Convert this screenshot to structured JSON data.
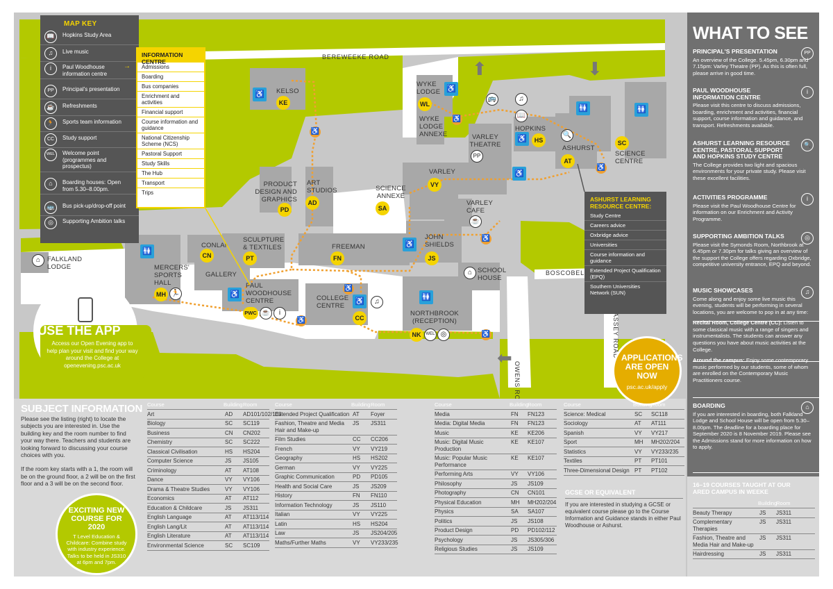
{
  "roads": {
    "bereweeke": "BEREWEEKE ROAD",
    "boscobel": "BOSCOBEL RO",
    "owens": "OWENS ROAD",
    "assey": "ASSEY ROAD"
  },
  "buildings": [
    {
      "name": "KELSO",
      "code": "KE"
    },
    {
      "name": "PRODUCT DESIGN AND GRAPHICS",
      "code": "PD"
    },
    {
      "name": "ART STUDIOS",
      "code": "AD"
    },
    {
      "name": "SCIENCE ANNEXE",
      "code": "SA"
    },
    {
      "name": "WYKE LODGE",
      "code": "WL"
    },
    {
      "name": "WYKE LODGE ANNEXE",
      "code": ""
    },
    {
      "name": "VARLEY THEATRE",
      "code": "PP"
    },
    {
      "name": "HOPKINS",
      "code": "HS"
    },
    {
      "name": "ASHURST",
      "code": "AT"
    },
    {
      "name": "SCIENCE CENTRE",
      "code": "SC"
    },
    {
      "name": "VARLEY",
      "code": "VY"
    },
    {
      "name": "VARLEY CAFE",
      "code": ""
    },
    {
      "name": "JOHN SHIELDS",
      "code": "JS"
    },
    {
      "name": "FREEMAN",
      "code": "FN"
    },
    {
      "name": "SCULPTURE & TEXTILES",
      "code": "PT"
    },
    {
      "name": "CONLAN",
      "code": "CN"
    },
    {
      "name": "GALLERY",
      "code": ""
    },
    {
      "name": "MERCERS' SPORTS HALL",
      "code": "MH"
    },
    {
      "name": "FALKLAND LODGE",
      "code": ""
    },
    {
      "name": "PAUL WOODHOUSE CENTRE",
      "code": "PWC"
    },
    {
      "name": "COLLEGE CENTRE",
      "code": "CC"
    },
    {
      "name": "NORTHBROOK (RECEPTION)",
      "code": "NK"
    },
    {
      "name": "SCHOOL HOUSE",
      "code": ""
    }
  ],
  "map_key": {
    "title": "MAP KEY",
    "items": [
      {
        "icon": "book-icon",
        "glyph": "📖",
        "label": "Hopkins Study Area"
      },
      {
        "icon": "music-icon",
        "glyph": "♫",
        "label": "Live music"
      },
      {
        "icon": "info-icon",
        "glyph": "i",
        "label": "Paul Woodhouse information centre"
      },
      {
        "icon": "pp-icon",
        "glyph": "PP",
        "label": "Principal's presentation"
      },
      {
        "icon": "cup-icon",
        "glyph": "☕",
        "label": "Refreshments"
      },
      {
        "icon": "runner-icon",
        "glyph": "🏃",
        "label": "Sports team information"
      },
      {
        "icon": "cc-icon",
        "glyph": "CC",
        "label": "Study support"
      },
      {
        "icon": "welcome-icon",
        "glyph": "WEL",
        "label": "Welcome point (programmes and prospectus)"
      },
      {
        "icon": "house-icon",
        "glyph": "⌂",
        "label": "Boarding houses: Open from 5.30–8.00pm."
      },
      {
        "icon": "bus-icon",
        "glyph": "🚌",
        "label": "Bus pick-up/drop-off point"
      },
      {
        "icon": "target-icon",
        "glyph": "◎",
        "label": "Supporting Ambition talks"
      }
    ]
  },
  "info_centre": {
    "title": "INFORMATION CENTRE",
    "items": [
      "Admissions",
      "Boarding",
      "Bus companies",
      "Enrichment and activities",
      "Financial support",
      "Course information and guidance",
      "National Citizenship Scheme (NCS)",
      "Pastoral Support",
      "Study Skills",
      "The Hub",
      "Transport",
      "Trips"
    ]
  },
  "ashurst_box": {
    "title": "ASHURST LEARNING RESOURCE CENTRE:",
    "items": [
      "Study Centre",
      "Careers advice",
      "Oxbridge advice",
      "Universities",
      "Course information and guidance",
      "Extended Project Qualification (EPQ)",
      "Southern Universities Network (SUN)"
    ]
  },
  "app": {
    "title": "USE THE APP",
    "text": "Access our Open Evening app to help plan your visit and find your way around the College at openevening.psc.ac.uk"
  },
  "applications": {
    "title": "APPLICATIONS ARE OPEN NOW",
    "url": "psc.ac.uk/apply"
  },
  "new_course": {
    "title": "EXCITING NEW COURSE FOR 2020",
    "text": "T Level Education & Childcare: Combine study with industry experience. Talks to be held in JS310 at 6pm and 7pm."
  },
  "subject_info": {
    "title": "SUBJECT INFORMATION",
    "text1": "Please see the listing (right) to locate the subjects you are interested in. Use the building key and the room number to find your way there. Teachers and students are looking forward to discussing your course choices with you.",
    "text2": "If the room key starts with a 1, the room will be on the ground floor, a 2 will be on the first floor and a 3 will be on the second floor."
  },
  "table_headers": {
    "course": "Course",
    "building": "Building",
    "room": "Room"
  },
  "courses": [
    [
      [
        "Art",
        "AD",
        "AD101/102/103"
      ],
      [
        "Biology",
        "SC",
        "SC119"
      ],
      [
        "Business",
        "CN",
        "CN202"
      ],
      [
        "Chemistry",
        "SC",
        "SC222"
      ],
      [
        "Classical Civilisation",
        "HS",
        "HS204"
      ],
      [
        "Computer Science",
        "JS",
        "JS105"
      ],
      [
        "Criminology",
        "AT",
        "AT108"
      ],
      [
        "Dance",
        "VY",
        "VY106"
      ],
      [
        "Drama & Theatre Studies",
        "VY",
        "VY106"
      ],
      [
        "Economics",
        "AT",
        "AT112"
      ],
      [
        "Education & Childcare",
        "JS",
        "JS311"
      ],
      [
        "English Language",
        "AT",
        "AT113/114"
      ],
      [
        "English Lang/Lit",
        "AT",
        "AT113/114"
      ],
      [
        "English Literature",
        "AT",
        "AT113/114"
      ],
      [
        "Environmental Science",
        "SC",
        "SC109"
      ]
    ],
    [
      [
        "Extended Project Qualification",
        "AT",
        "Foyer"
      ],
      [
        "Fashion, Theatre and Media Hair and Make-up",
        "JS",
        "JS311"
      ],
      [
        "Film Studies",
        "CC",
        "CC206"
      ],
      [
        "French",
        "VY",
        "VY219"
      ],
      [
        "Geography",
        "HS",
        "HS202"
      ],
      [
        "German",
        "VY",
        "VY225"
      ],
      [
        "Graphic Communication",
        "PD",
        "PD105"
      ],
      [
        "Health and Social Care",
        "JS",
        "JS209"
      ],
      [
        "History",
        "FN",
        "FN110"
      ],
      [
        "Information Technology",
        "JS",
        "JS110"
      ],
      [
        "Italian",
        "VY",
        "VY225"
      ],
      [
        "Latin",
        "HS",
        "HS204"
      ],
      [
        "Law",
        "JS",
        "JS204/205"
      ],
      [
        "Maths/Further Maths",
        "VY",
        "VY233/235"
      ]
    ],
    [
      [
        "Media",
        "FN",
        "FN123"
      ],
      [
        "Media: Digital Media",
        "FN",
        "FN123"
      ],
      [
        "Music",
        "KE",
        "KE206"
      ],
      [
        "Music: Digital Music Production",
        "KE",
        "KE107"
      ],
      [
        "Music: Popular Music Performance",
        "KE",
        "KE107"
      ],
      [
        "Performing Arts",
        "VY",
        "VY106"
      ],
      [
        "Philosophy",
        "JS",
        "JS109"
      ],
      [
        "Photography",
        "CN",
        "CN101"
      ],
      [
        "Physical Education",
        "MH",
        "MH202/204"
      ],
      [
        "Physics",
        "SA",
        "SA107"
      ],
      [
        "Politics",
        "JS",
        "JS108"
      ],
      [
        "Product Design",
        "PD",
        "PD102/112"
      ],
      [
        "Psychology",
        "JS",
        "JS305/306"
      ],
      [
        "Religious Studies",
        "JS",
        "JS109"
      ]
    ],
    [
      [
        "Science: Medical",
        "SC",
        "SC118"
      ],
      [
        "Sociology",
        "AT",
        "AT111"
      ],
      [
        "Spanish",
        "VY",
        "VY217"
      ],
      [
        "Sport",
        "MH",
        "MH202/204"
      ],
      [
        "Statistics",
        "VY",
        "VY233/235"
      ],
      [
        "Textiles",
        "PT",
        "PT101"
      ],
      [
        "Three-Dimensional Design",
        "PT",
        "PT102"
      ]
    ]
  ],
  "gcse": {
    "title": "GCSE OR EQUIVALENT",
    "text": "If you are interested in studying a GCSE or equivalent course please go to the Course Information and Guidance stands in either Paul Woodhouse or Ashurst."
  },
  "what_to_see": {
    "title": "WHAT TO SEE",
    "sections": [
      {
        "h": "PRINCIPAL'S PRESENTATION",
        "icon": "PP",
        "p": "An overview of the College. 5.45pm, 6.30pm and 7.15pm: Varley Theatre (PP). As this is often full, please arrive in good time."
      },
      {
        "h": "PAUL WOODHOUSE INFORMATION CENTRE",
        "icon": "i",
        "p": "Please visit this centre to discuss admissions, boarding, enrichment and activities, financial support, course information and guidance, and transport. Refreshments available."
      },
      {
        "h": "ASHURST LEARNING RESOURCE CENTRE, PASTORAL SUPPORT AND HOPKINS STUDY CENTRE",
        "icon": "🔍",
        "p": "The College provides two light and spacious environments for your private study. Please visit these excellent facilities."
      },
      {
        "h": "ACTIVITIES PROGRAMME",
        "icon": "i",
        "p": "Please visit the Paul Woodhouse Centre for information on our Enrichment and Activity Programme."
      },
      {
        "h": "SUPPORTING AMBITION TALKS",
        "icon": "◎",
        "p": "Please visit the Symonds Room, Northbrook at 6.45pm or 7.30pm for talks giving an overview of the support the College offers regarding Oxbridge, competitive university entrance, EPQ and beyond."
      },
      {
        "h": "MUSIC SHOWCASES",
        "icon": "♫",
        "p": "Come along and enjoy some live music this evening, students will be performing in several locations, you are welcome to pop in at any time:"
      }
    ],
    "recital_label": "Recital Room, College Centre (CC):",
    "recital_text": " Listen to some classical music with a range of singers and instrumentalists. The students can answer any questions you have about music activities at the College.",
    "campus_label": "Around the campus:",
    "campus_text": " Enjoy some contemporary music performed by our students, some of whom are enrolled on the Contemporary Music Practitioners course.",
    "boarding": {
      "h": "BOARDING",
      "icon": "⌂",
      "p": "If you are interested in boarding, both Falkland Lodge and School House will be open from 5.30–8.00pm. The deadline for a boarding place for September 2020 is 8 November 2019. Please see the Admissions stand for more information on how to apply."
    }
  },
  "weeke": {
    "title": "16–19 COURSES TAUGHT AT OUR ARED CAMPUS IN WEEKE",
    "rows": [
      [
        "Beauty Therapy",
        "JS",
        "JS311"
      ],
      [
        "Complementary Therapies",
        "JS",
        "JS311"
      ],
      [
        "Fashion, Theatre and Media Hair and Make-up",
        "JS",
        "JS311"
      ],
      [
        "Hairdressing",
        "JS",
        "JS311"
      ]
    ]
  },
  "colors": {
    "green": "#b3c900",
    "yellow": "#f5d400",
    "grey": "#707070",
    "blue": "#29a0da",
    "orange": "#f0a030"
  }
}
